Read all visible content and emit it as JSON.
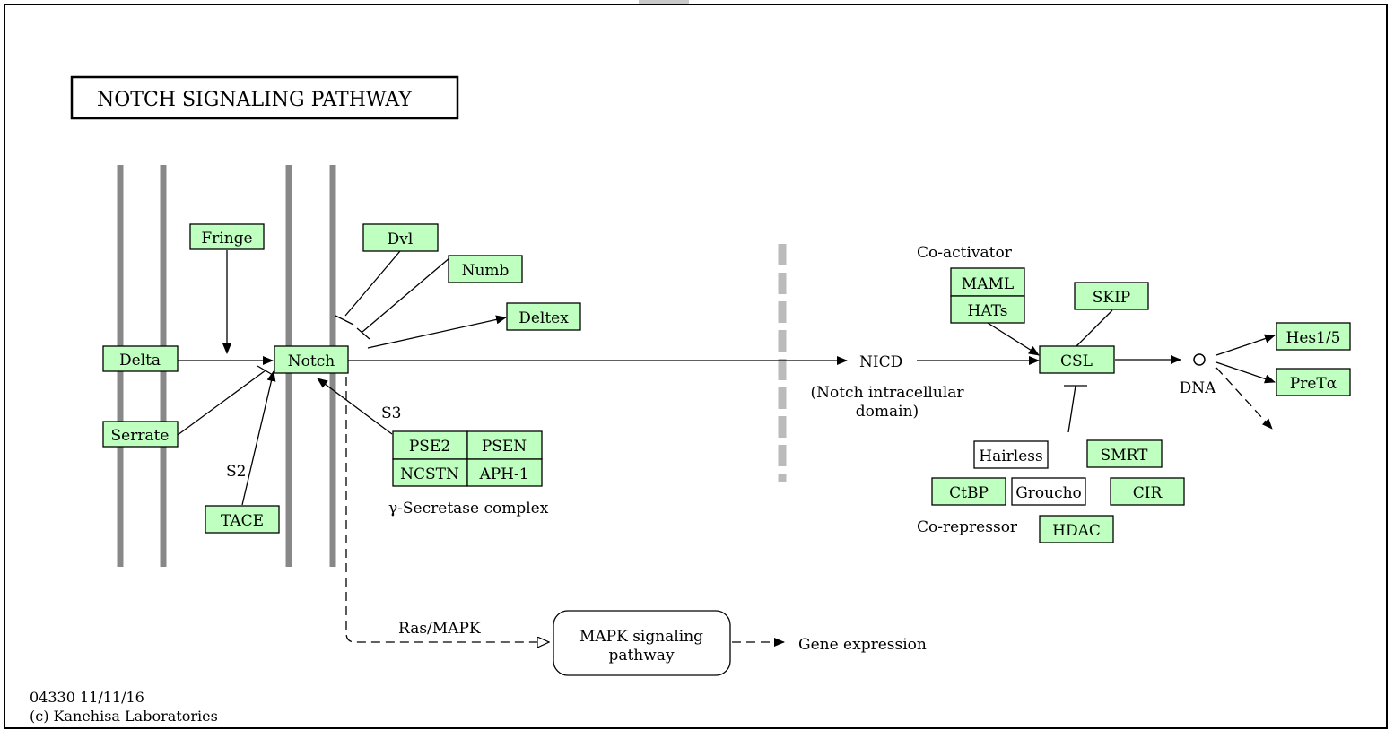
{
  "title": "NOTCH SIGNALING PATHWAY",
  "footer": {
    "map_id": "04330 11/11/16",
    "copyright": "(c) Kanehisa Laboratories"
  },
  "colors": {
    "gene_fill": "#bfffbf",
    "membrane": "#888888",
    "nuclear_envelope": "#bbbbbb"
  },
  "genes": {
    "fringe": "Fringe",
    "delta": "Delta",
    "serrate": "Serrate",
    "tace": "TACE",
    "notch": "Notch",
    "dvl": "Dvl",
    "numb": "Numb",
    "deltex": "Deltex",
    "pse2": "PSE2",
    "psen": "PSEN",
    "ncstn": "NCSTN",
    "aph1": "APH-1",
    "maml": "MAML",
    "hats": "HATs",
    "skip": "SKIP",
    "csl": "CSL",
    "hes": "Hes1/5",
    "pretalpha": "PreTα",
    "hairless": "Hairless",
    "smrt": "SMRT",
    "ctbp": "CtBP",
    "groucho": "Groucho",
    "cir": "CIR",
    "hdac": "HDAC"
  },
  "labels": {
    "s2": "S2",
    "s3": "S3",
    "gamma_secretase": "γ-Secretase complex",
    "nicd": "NICD",
    "nicd_full_1": "(Notch intracellular",
    "nicd_full_2": "domain)",
    "coactivator": "Co-activator",
    "corepressor": "Co-repressor",
    "dna": "DNA",
    "ras_mapk": "Ras/MAPK",
    "mapk_1": "MAPK signaling",
    "mapk_2": "pathway",
    "gene_expression": "Gene expression"
  }
}
